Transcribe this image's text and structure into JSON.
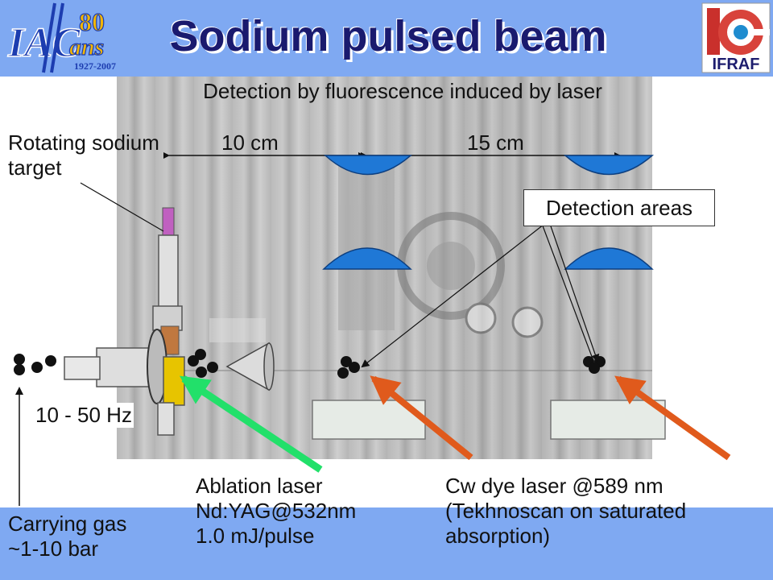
{
  "title": "Sodium pulsed beam",
  "subtitle": "Detection by fluorescence induced by laser",
  "logo_left": {
    "text_top": "80",
    "text_mid": "ans",
    "years": "1927-2007",
    "mark": "IAC"
  },
  "logo_right": {
    "text": "IFRAF"
  },
  "labels": {
    "rotating_target": [
      "Rotating sodium",
      "target"
    ],
    "distance_1": "10 cm",
    "distance_2": "15 cm",
    "detection_areas": "Detection areas",
    "frequency": "10 - 50 Hz",
    "carrying_gas": [
      "Carrying gas",
      "~1-10 bar"
    ],
    "ablation_laser": [
      "Ablation laser",
      "Nd:YAG@532nm",
      "1.0 mJ/pulse"
    ],
    "cw_dye_laser": [
      "Cw dye laser @589 nm",
      "(Tekhnoscan on saturated",
      "absorption)"
    ]
  },
  "colors": {
    "background": "#7fa9f2",
    "title": "#1a1a6e",
    "ablation_arrow": "#22e06a",
    "dye_arrow": "#e05a1c",
    "lens": "#1f78d6",
    "atom": "#111111"
  }
}
